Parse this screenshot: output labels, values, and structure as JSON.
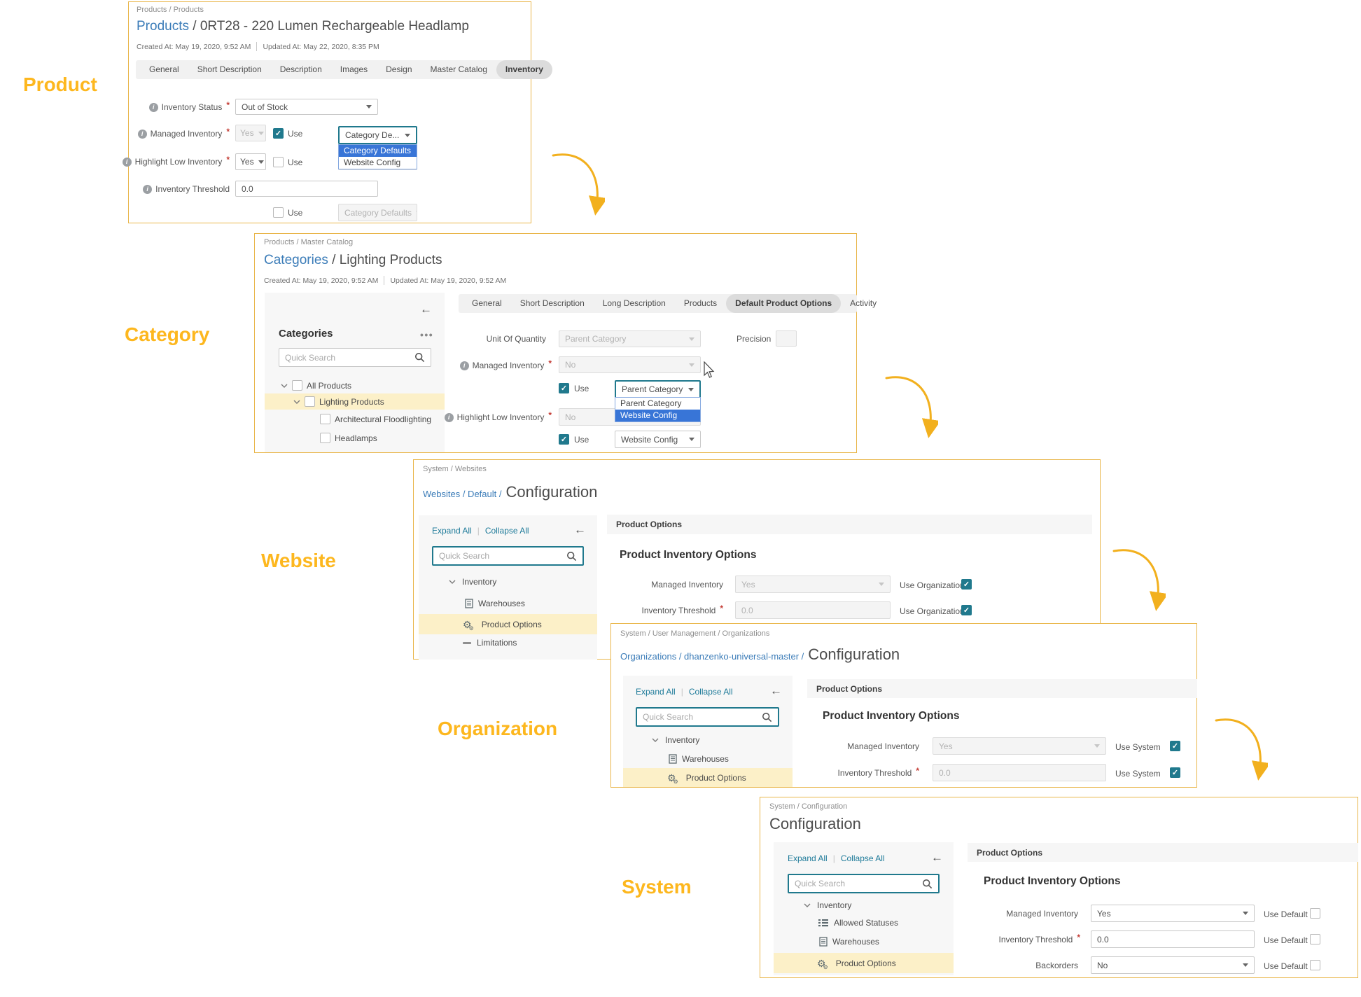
{
  "side_labels": {
    "product": "Product",
    "category": "Category",
    "website": "Website",
    "organization": "Organization",
    "system": "System"
  },
  "colors": {
    "accent_gold": "#fdb71e",
    "panel_border": "#e9b64a",
    "teal": "#20798d",
    "dropdown_highlight": "#3875d7",
    "link_blue": "#3b7cb8",
    "tree_highlight": "#fcf0c8"
  },
  "product": {
    "breadcrumb": "Products / Products",
    "title_link": "Products",
    "title_rest": "/ 0RT28 - 220 Lumen Rechargeable Headlamp",
    "created": "Created At: May 19, 2020, 9:52 AM",
    "updated": "Updated At: May 22, 2020, 8:35 PM",
    "tabs": [
      "General",
      "Short Description",
      "Description",
      "Images",
      "Design",
      "Master Catalog",
      "Inventory"
    ],
    "inventory_status_label": "Inventory Status",
    "inventory_status_value": "Out of Stock",
    "managed_inventory_label": "Managed Inventory",
    "managed_inventory_value": "Yes",
    "use_label": "Use",
    "managed_fallback_value": "Category De...",
    "dropdown_options": [
      "Category Defaults",
      "Website Config"
    ],
    "highlight_label": "Highlight Low Inventory",
    "highlight_value": "Yes",
    "threshold_label": "Inventory Threshold",
    "threshold_value": "0.0",
    "threshold_fallback_value": "Category Defaults"
  },
  "category": {
    "breadcrumb": "Products / Master Catalog",
    "title_link": "Categories",
    "title_rest": "/ Lighting Products",
    "created": "Created At: May 19, 2020, 9:52 AM",
    "updated": "Updated At: May 19, 2020, 9:52 AM",
    "sidebar_title": "Categories",
    "search_placeholder": "Quick Search",
    "tree": [
      "All Products",
      "Lighting Products",
      "Architectural Floodlighting",
      "Headlamps"
    ],
    "tabs": [
      "General",
      "Short Description",
      "Long Description",
      "Products",
      "Default Product Options",
      "Activity"
    ],
    "unit_label": "Unit Of Quantity",
    "unit_value": "Parent Category",
    "precision_label": "Precision",
    "managed_inventory_label": "Managed Inventory",
    "managed_inventory_value": "No",
    "use_label": "Use",
    "managed_fallback_value": "Parent Category",
    "dropdown_options": [
      "Parent Category",
      "Website Config"
    ],
    "highlight_label": "Highlight Low Inventory",
    "highlight_value": "No",
    "highlight_fallback_value": "Website Config"
  },
  "website": {
    "breadcrumb": "System / Websites",
    "title_links": "Websites / Default /",
    "title": "Configuration",
    "expand_all": "Expand All",
    "collapse_all": "Collapse All",
    "search_placeholder": "Quick Search",
    "tree": [
      "Inventory",
      "Warehouses",
      "Product Options",
      "Limitations"
    ],
    "band": "Product Options",
    "heading": "Product Inventory Options",
    "managed_inventory_label": "Managed Inventory",
    "managed_inventory_value": "Yes",
    "threshold_label": "Inventory Threshold",
    "threshold_value": "0.0",
    "use_label": "Use Organization"
  },
  "organization": {
    "breadcrumb": "System / User Management / Organizations",
    "title_links": "Organizations / dhanzenko-universal-master /",
    "title": "Configuration",
    "expand_all": "Expand All",
    "collapse_all": "Collapse All",
    "search_placeholder": "Quick Search",
    "tree": [
      "Inventory",
      "Warehouses",
      "Product Options"
    ],
    "band": "Product Options",
    "heading": "Product Inventory Options",
    "managed_inventory_label": "Managed Inventory",
    "managed_inventory_value": "Yes",
    "threshold_label": "Inventory Threshold",
    "threshold_value": "0.0",
    "use_label": "Use System"
  },
  "system": {
    "breadcrumb": "System / Configuration",
    "title": "Configuration",
    "expand_all": "Expand All",
    "collapse_all": "Collapse All",
    "search_placeholder": "Quick Search",
    "tree": [
      "Inventory",
      "Allowed Statuses",
      "Warehouses",
      "Product Options"
    ],
    "band": "Product Options",
    "heading": "Product Inventory Options",
    "managed_inventory_label": "Managed Inventory",
    "managed_inventory_value": "Yes",
    "threshold_label": "Inventory Threshold",
    "threshold_value": "0.0",
    "backorders_label": "Backorders",
    "backorders_value": "No",
    "use_label": "Use Default"
  }
}
